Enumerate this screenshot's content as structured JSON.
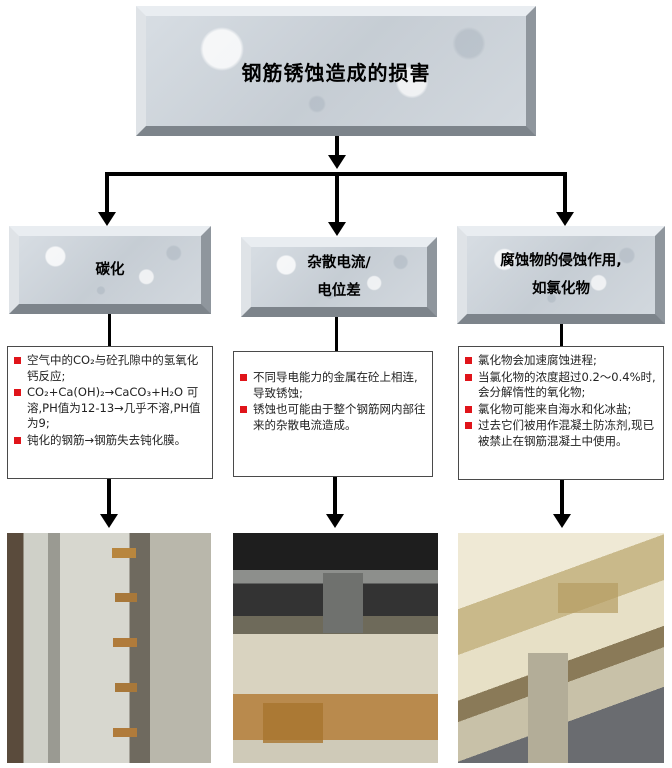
{
  "title": "钢筋锈蚀造成的损害",
  "categories": [
    {
      "label": "碳化"
    },
    {
      "label_line1": "杂散电流/",
      "label_line2": "电位差"
    },
    {
      "label_line1": "腐蚀物的侵蚀作用,",
      "label_line2": "如氯化物"
    }
  ],
  "details": [
    {
      "bullets": [
        "空气中的CO₂与砼孔隙中的氢氧化钙反应;",
        "CO₂+Ca(OH)₂→CaCO₃+H₂O 可溶,PH值为12-13→几乎不溶,PH值为9;",
        "钝化的钢筋→钢筋失去钝化膜。"
      ]
    },
    {
      "bullets": [
        "不同导电能力的金属在砼上相连,导致锈蚀;",
        "锈蚀也可能由于整个钢筋网内部往来的杂散电流造成。"
      ]
    },
    {
      "bullets": [
        "氯化物会加速腐蚀进程;",
        "当氯化物的浓度超过0.2～0.4%时,会分解惰性的氧化物;",
        "氯化物可能来自海水和化冰盐;",
        "过去它们被用作混凝土防冻剂,现已被禁止在钢筋混凝土中使用。"
      ]
    }
  ],
  "colors": {
    "bullet": "#e0141a",
    "line": "#000000"
  },
  "photos": [
    {
      "description_icon": "corroded-column-photo"
    },
    {
      "description_icon": "stained-slab-photo"
    },
    {
      "description_icon": "spalled-ceiling-photo"
    }
  ]
}
